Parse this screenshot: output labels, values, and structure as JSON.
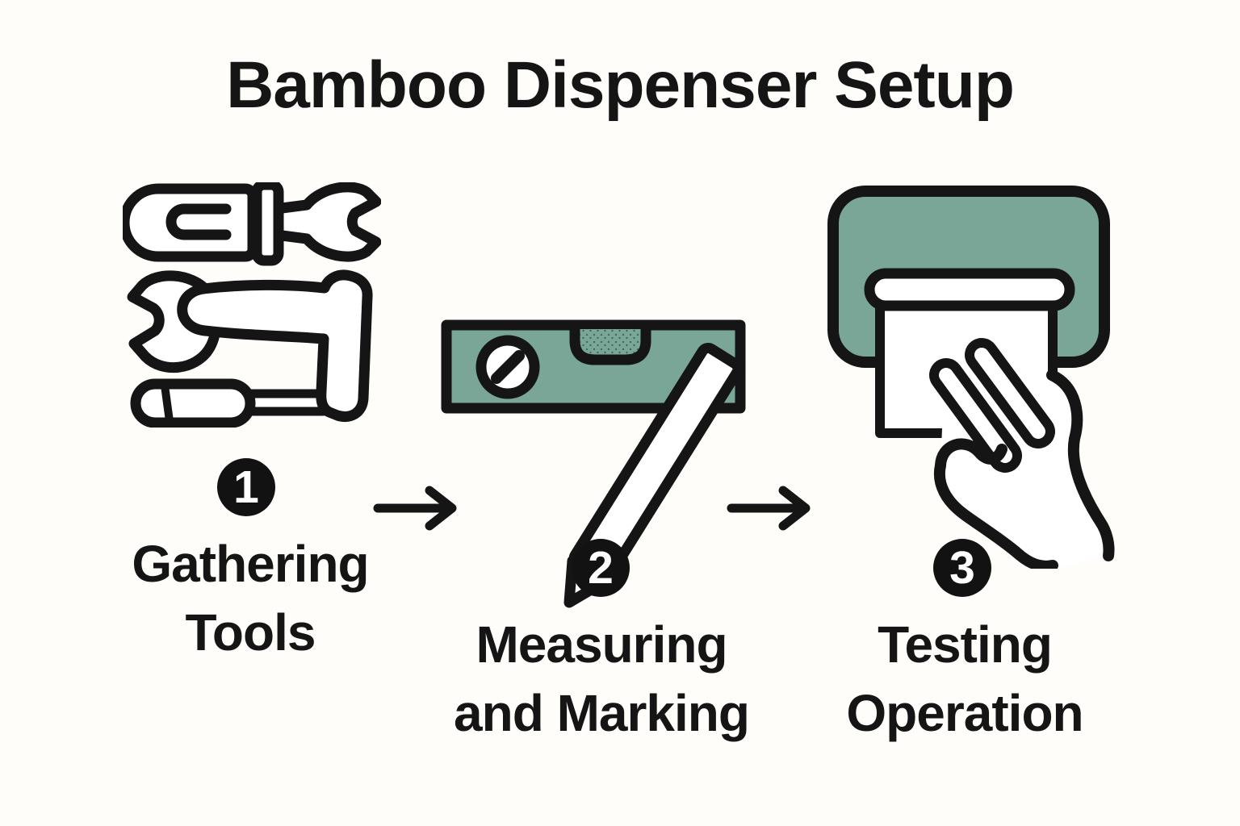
{
  "title": "Bamboo Dispenser Setup",
  "colors": {
    "background": "#FFFDFA",
    "ink": "#151515",
    "teal": "#7AA698",
    "stipple": "#3E6B5E",
    "badge_bg": "#121212",
    "badge_text": "#FFFFFF"
  },
  "steps": [
    {
      "number": "1",
      "icon": "tools-icon",
      "label_lines": [
        "Gathering",
        "Tools"
      ]
    },
    {
      "number": "2",
      "icon": "level-pencil-icon",
      "label_lines": [
        "Measuring",
        "and Marking"
      ]
    },
    {
      "number": "3",
      "icon": "dispenser-hand-icon",
      "label_lines": [
        "Testing",
        "Operation"
      ]
    }
  ],
  "connectors": [
    {
      "icon": "arrow-right-icon"
    },
    {
      "icon": "arrow-right-icon"
    }
  ]
}
